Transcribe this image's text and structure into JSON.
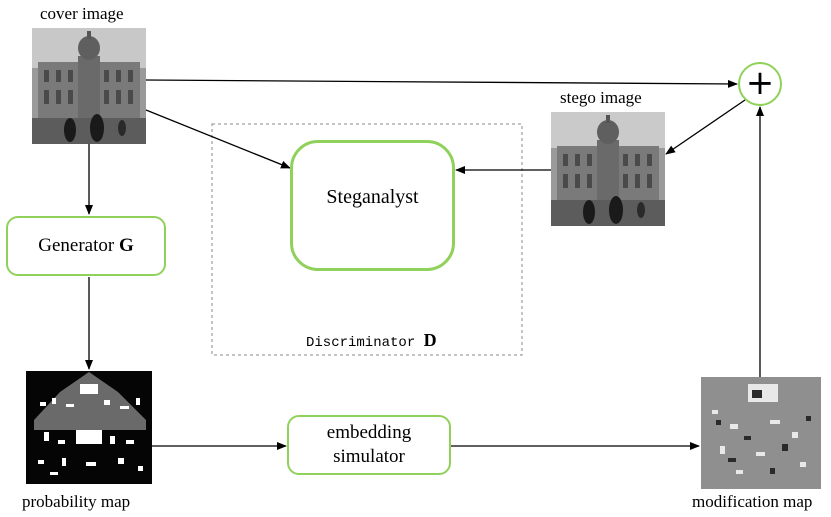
{
  "labels": {
    "cover_image": "cover image",
    "stego_image": "stego image",
    "probability_map": "probability map",
    "modification_map": "modification map"
  },
  "nodes": {
    "generator": {
      "text": "Generator ",
      "symbol": "G"
    },
    "steganalyst": "Steganalyst",
    "embedding_simulator_line1": "embedding",
    "embedding_simulator_line2": "simulator",
    "discriminator": {
      "text": "Discriminator ",
      "symbol": "D"
    },
    "adder_symbol": "+"
  },
  "colors": {
    "node_border": "#8fd15a",
    "arrow": "#000000",
    "dashed_box": "#888888"
  }
}
